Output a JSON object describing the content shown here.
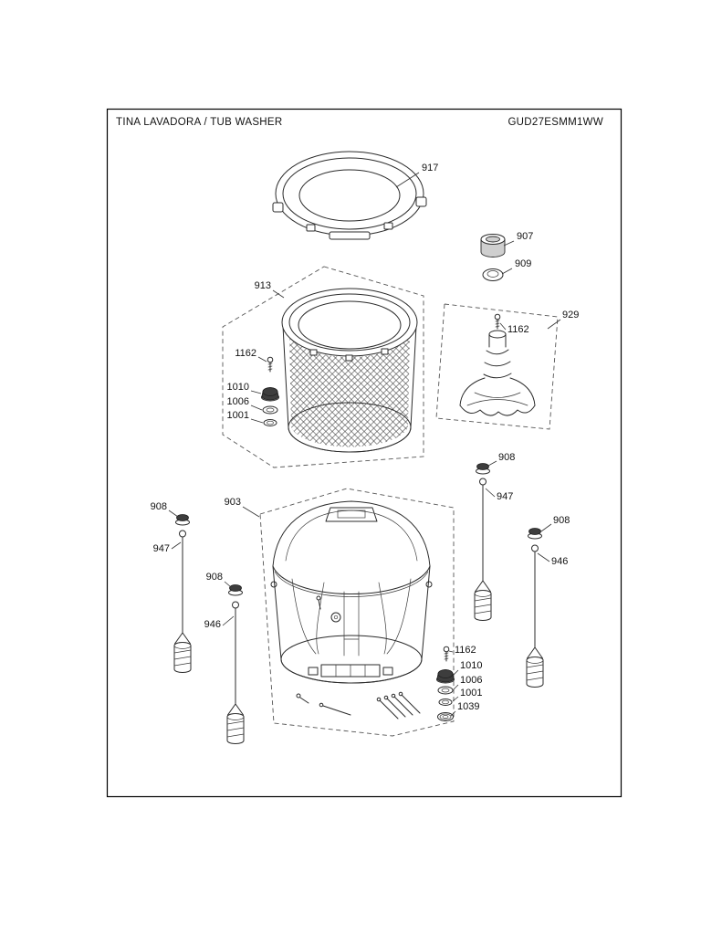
{
  "header": {
    "title": "TINA LAVADORA / TUB WASHER",
    "model": "GUD27ESMM1WW"
  },
  "colors": {
    "line": "#2b2b2b",
    "background": "#ffffff"
  },
  "callouts": {
    "tub_cover": "917",
    "bushing": "907",
    "seal": "909",
    "basket_group": "913",
    "screw_basket": "1162",
    "capnut_basket": "1010",
    "washer_basket_1006": "1006",
    "washer_basket_1001": "1001",
    "agitator_group": "929",
    "screw_agitator": "1162",
    "cap_rod_mid_right": "908",
    "rod_mid_right": "947",
    "tub_group": "903",
    "cap_rod_left": "908",
    "rod_left": "947",
    "cap_rod_right": "908",
    "rod_right": "946",
    "cap_rod_mid_left": "908",
    "rod_mid_left": "946",
    "screw_tub": "1162",
    "capnut_tub": "1010",
    "washer_tub_1006": "1006",
    "washer_tub_1001": "1001",
    "washer_tub_1039": "1039"
  }
}
